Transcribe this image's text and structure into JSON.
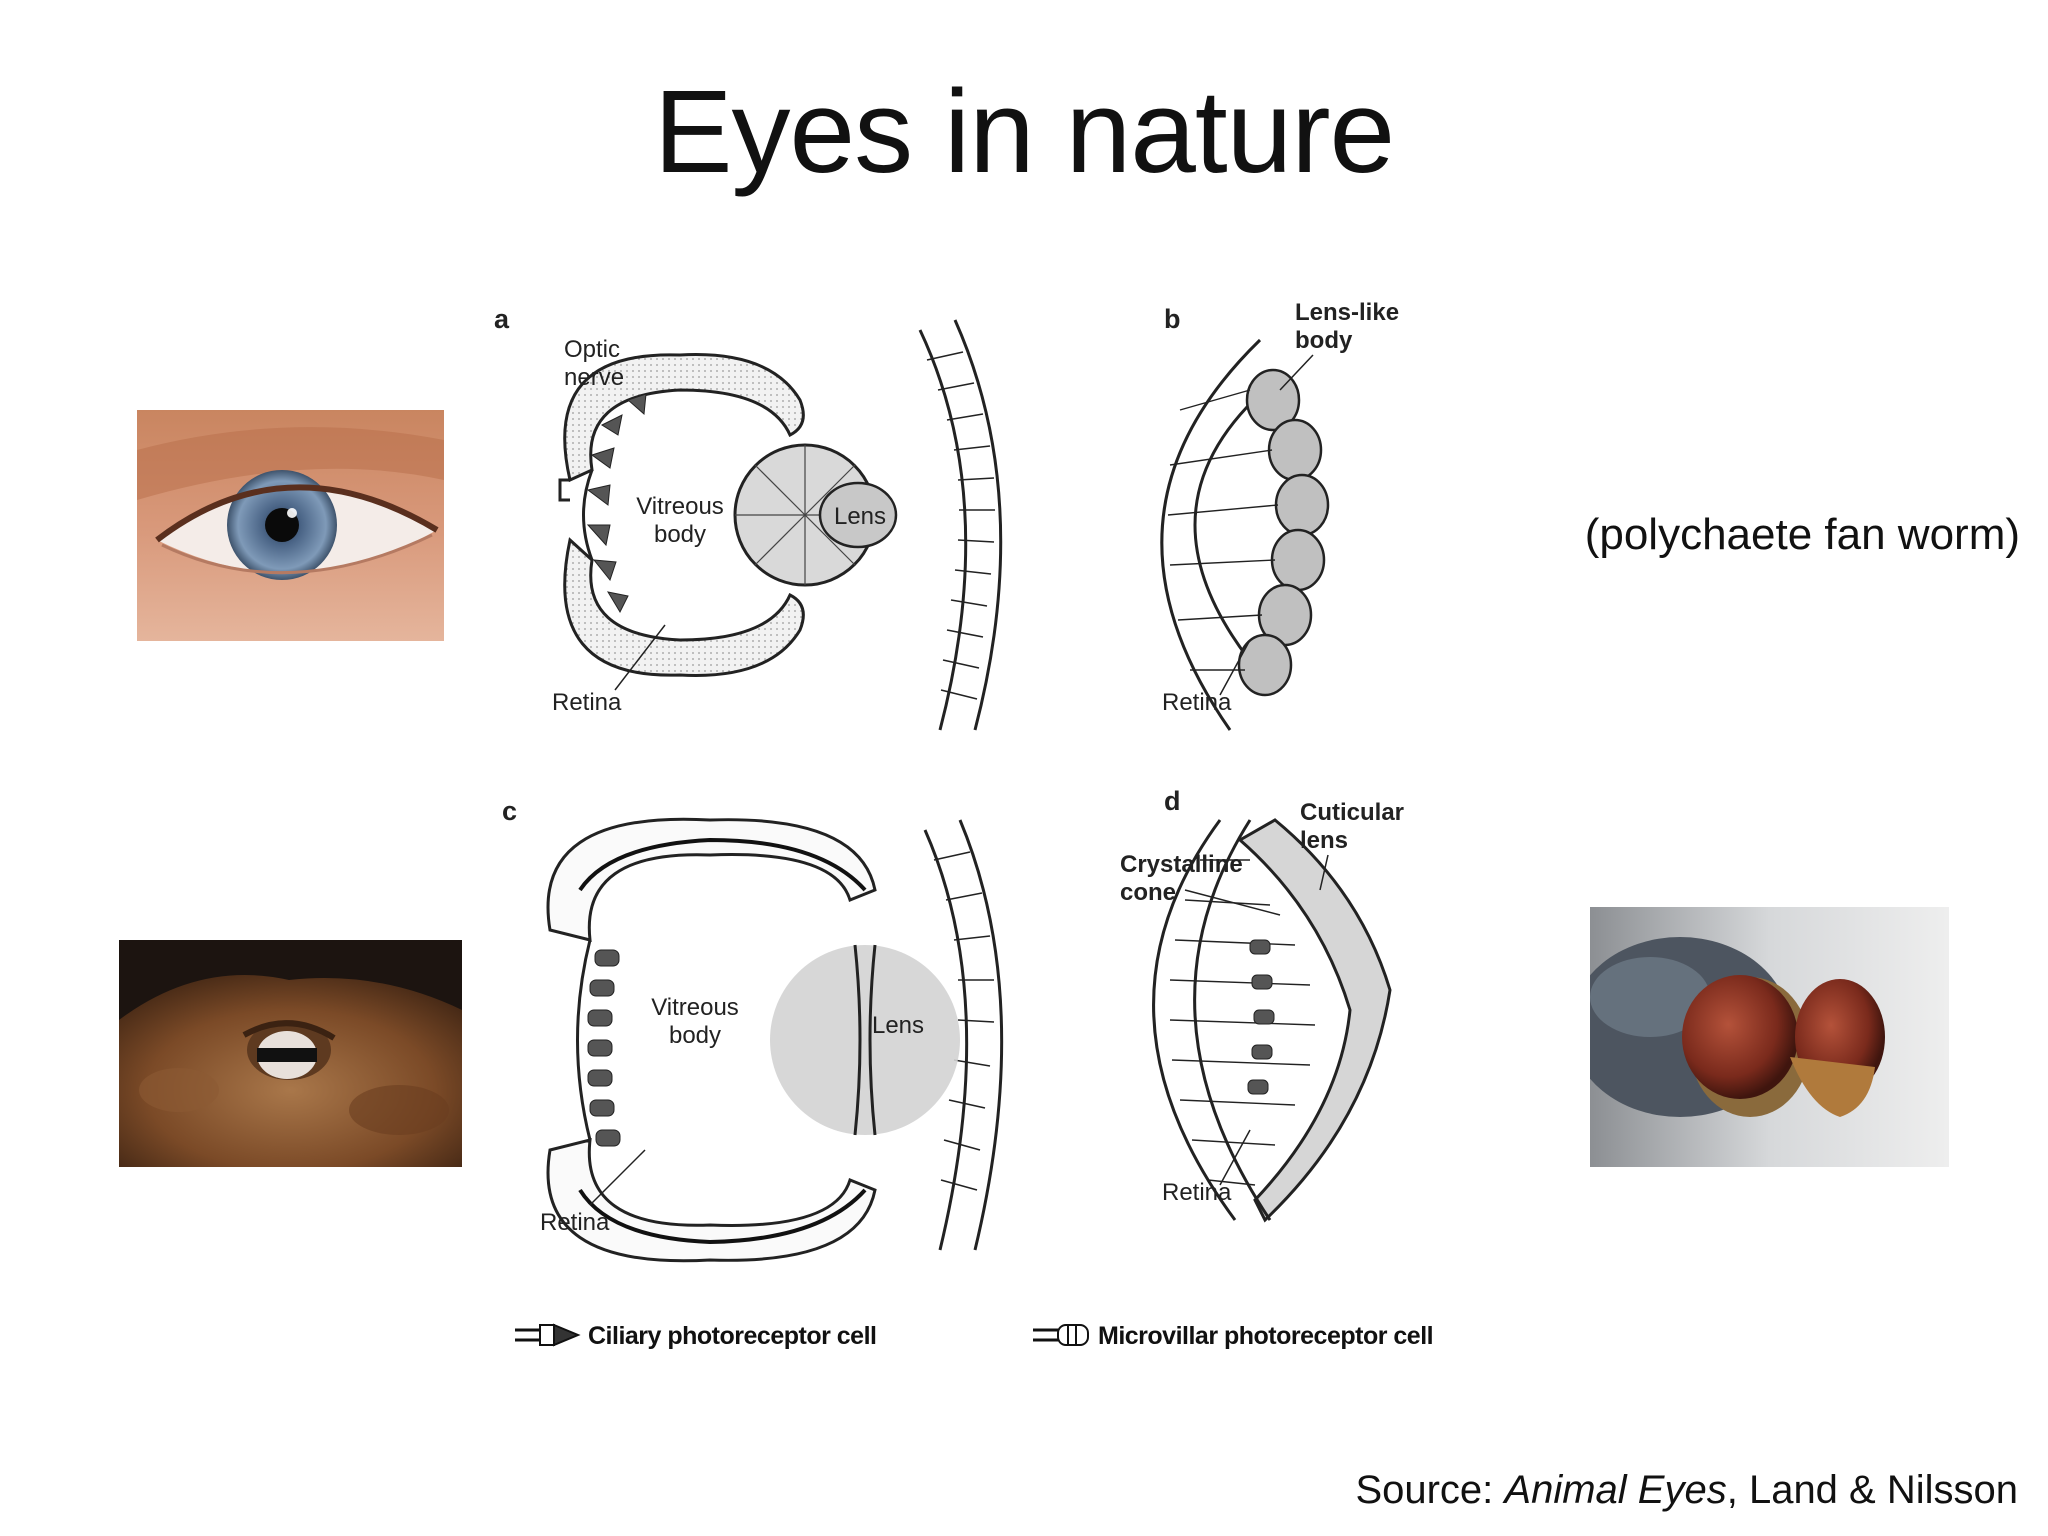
{
  "slide": {
    "title": "Eyes in nature",
    "caption": "(polychaete fan worm)",
    "source": {
      "prefix": "Source: ",
      "book": "Animal Eyes",
      "suffix": ", Land & Nilsson"
    }
  },
  "diagram": {
    "panels": {
      "a": {
        "letter": "a",
        "labels": {
          "optic_nerve_1": "Optic",
          "optic_nerve_2": "nerve",
          "vitreous_1": "Vitreous",
          "vitreous_2": "body",
          "lens": "Lens",
          "retina": "Retina"
        }
      },
      "b": {
        "letter": "b",
        "labels": {
          "lens_like_1": "Lens-like",
          "lens_like_2": "body",
          "retina": "Retina"
        }
      },
      "c": {
        "letter": "c",
        "labels": {
          "vitreous_1": "Vitreous",
          "vitreous_2": "body",
          "lens": "Lens",
          "retina": "Retina"
        }
      },
      "d": {
        "letter": "d",
        "labels": {
          "cuticular_1": "Cuticular",
          "cuticular_2": "lens",
          "crystalline_1": "Crystalline",
          "crystalline_2": "cone",
          "retina": "Retina"
        }
      }
    },
    "legend": {
      "ciliary": "Ciliary photoreceptor cell",
      "microvillar": "Microvillar photoreceptor cell"
    }
  },
  "photos": {
    "human_eye": "human-eye-photo",
    "octopus_eye": "octopus-eye-photo",
    "fly_eye": "fly-compound-eye-photo"
  }
}
